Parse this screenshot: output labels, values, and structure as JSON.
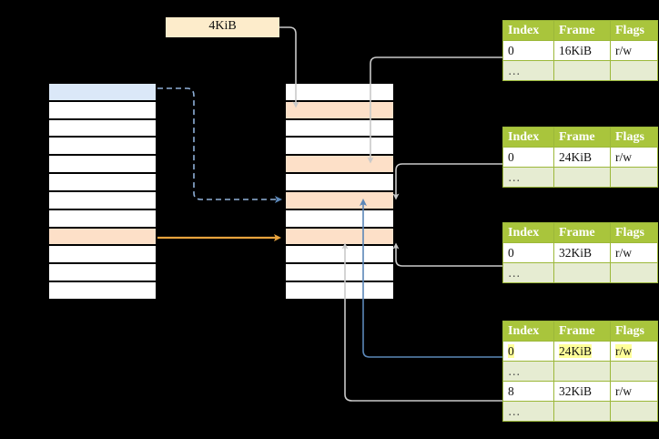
{
  "diagram": {
    "title": "multi-level page table address translation",
    "background": "#000000",
    "colors": {
      "header_green": "#a9c53c",
      "row_alt_green": "#e6ecd2",
      "highlight_yellow": "#ffff99",
      "peach": "#fde0c8",
      "light_blue": "#dbe8f8",
      "orange_arrow": "#e8a33d",
      "blue_arrow": "#5b87b8",
      "gray_arrow": "#c9c9c9"
    }
  },
  "label_box": {
    "text": "4KiB"
  },
  "left_table": {
    "name": "virtual-address-space",
    "row_count": 12,
    "rows": [
      {
        "fill": "blue"
      },
      {
        "fill": "white"
      },
      {
        "fill": "white"
      },
      {
        "fill": "white"
      },
      {
        "fill": "white"
      },
      {
        "fill": "white"
      },
      {
        "fill": "white"
      },
      {
        "fill": "white"
      },
      {
        "fill": "peach"
      },
      {
        "fill": "white"
      },
      {
        "fill": "white"
      },
      {
        "fill": "white"
      }
    ]
  },
  "middle_table": {
    "name": "physical-memory",
    "row_count": 12,
    "rows": [
      {
        "fill": "white"
      },
      {
        "fill": "peach"
      },
      {
        "fill": "white"
      },
      {
        "fill": "white"
      },
      {
        "fill": "peach"
      },
      {
        "fill": "white"
      },
      {
        "fill": "peach"
      },
      {
        "fill": "white"
      },
      {
        "fill": "peach"
      },
      {
        "fill": "white"
      },
      {
        "fill": "white"
      },
      {
        "fill": "white"
      }
    ]
  },
  "page_tables": [
    {
      "name": "page-table-level-1",
      "headers": [
        "Index",
        "Frame",
        "Flags"
      ],
      "rows": [
        {
          "cells": [
            "0",
            "16KiB",
            "r/w"
          ],
          "style": "plain",
          "highlight": [
            false,
            false,
            false
          ]
        },
        {
          "cells": [
            "…",
            "",
            ""
          ],
          "style": "alt",
          "highlight": [
            false,
            false,
            false
          ]
        }
      ]
    },
    {
      "name": "page-table-level-2",
      "headers": [
        "Index",
        "Frame",
        "Flags"
      ],
      "rows": [
        {
          "cells": [
            "0",
            "24KiB",
            "r/w"
          ],
          "style": "plain",
          "highlight": [
            false,
            false,
            false
          ]
        },
        {
          "cells": [
            "…",
            "",
            ""
          ],
          "style": "alt",
          "highlight": [
            false,
            false,
            false
          ]
        }
      ]
    },
    {
      "name": "page-table-level-3",
      "headers": [
        "Index",
        "Frame",
        "Flags"
      ],
      "rows": [
        {
          "cells": [
            "0",
            "32KiB",
            "r/w"
          ],
          "style": "plain",
          "highlight": [
            false,
            false,
            false
          ]
        },
        {
          "cells": [
            "…",
            "",
            ""
          ],
          "style": "alt",
          "highlight": [
            false,
            false,
            false
          ]
        }
      ]
    },
    {
      "name": "page-table-level-4",
      "headers": [
        "Index",
        "Frame",
        "Flags"
      ],
      "rows": [
        {
          "cells": [
            "0",
            "24KiB",
            "r/w"
          ],
          "style": "plain",
          "highlight": [
            true,
            true,
            true
          ]
        },
        {
          "cells": [
            "…",
            "",
            ""
          ],
          "style": "alt",
          "highlight": [
            false,
            false,
            false
          ]
        },
        {
          "cells": [
            "8",
            "32KiB",
            "r/w"
          ],
          "style": "plain",
          "highlight": [
            false,
            false,
            false
          ]
        },
        {
          "cells": [
            "…",
            "",
            ""
          ],
          "style": "alt",
          "highlight": [
            false,
            false,
            false
          ]
        }
      ]
    }
  ]
}
